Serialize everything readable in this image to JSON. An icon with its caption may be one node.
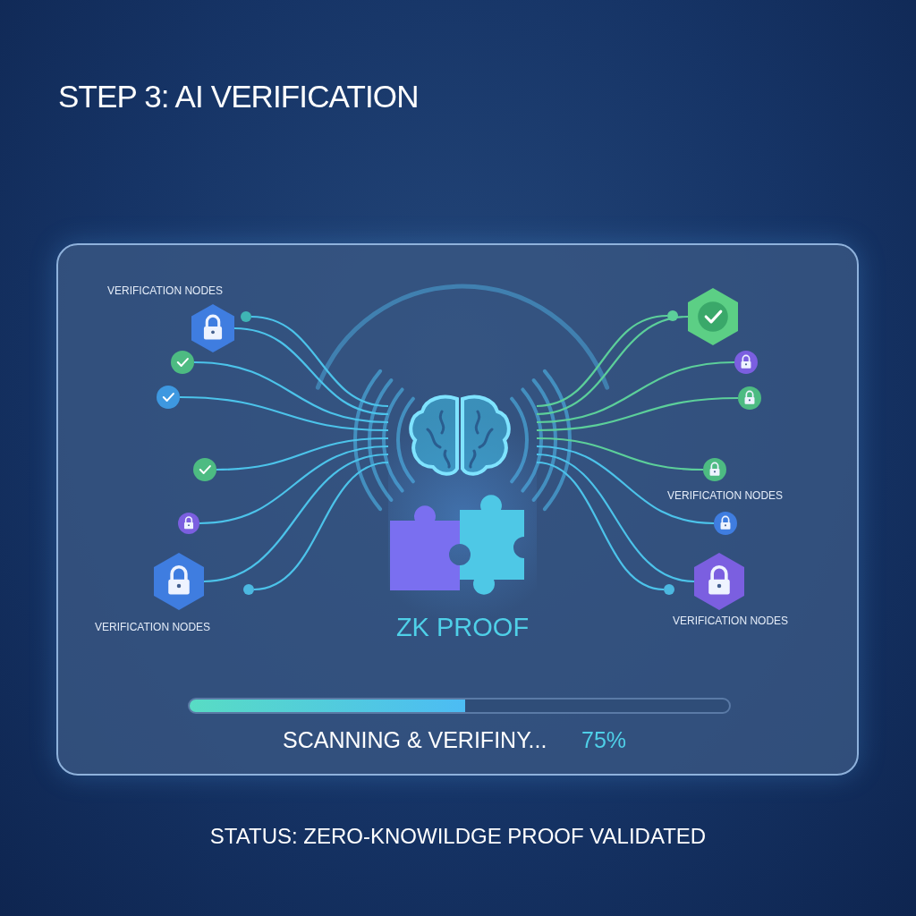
{
  "diagram": {
    "title": "STEP 3: AI VERIFICATION",
    "caption": "STATUS: ZERO-KNOWILDGE PROOF VALIDATED",
    "nodes": [
      {
        "text": [],
        "shape": "box"
      },
      {
        "text": [
          "ZK PROOF"
        ],
        "in": 0
      },
      {
        "text": [],
        "shape": "hexagon",
        "beside": [
          "VERIFICATION NODES"
        ],
        "in": 0
      },
      {
        "text": [],
        "shape": "circle",
        "in": 0
      },
      {
        "text": [],
        "shape": "circle",
        "in": 0
      },
      {
        "text": [],
        "shape": "circle",
        "in": 0
      },
      {
        "text": [],
        "shape": "circle",
        "in": 0
      },
      {
        "text": [],
        "shape": "circle",
        "in": 0
      },
      {
        "text": [],
        "shape": "hexagon",
        "beside": [
          "VERIFICATION NODES"
        ],
        "in": 0
      },
      {
        "text": [],
        "shape": "circle",
        "in": 0
      },
      {
        "text": [],
        "shape": "circle",
        "in": 0
      },
      {
        "text": [],
        "shape": "hexagon",
        "in": 0
      },
      {
        "text": [],
        "shape": "circle",
        "in": 0
      },
      {
        "text": [],
        "shape": "circle",
        "in": 0
      },
      {
        "text": [],
        "shape": "circle",
        "beside": [
          "VERIFICATION NODES"
        ],
        "in": 0
      },
      {
        "text": [],
        "shape": "circle",
        "in": 0
      },
      {
        "text": [],
        "shape": "hexagon",
        "beside": [
          "VERIFICATION NODES"
        ],
        "in": 0
      },
      {
        "text": [],
        "shape": "circle",
        "in": 0
      }
    ],
    "edges": [
      {
        "from": 2,
        "to": 1,
        "arrow": "none"
      },
      {
        "from": 3,
        "to": 1,
        "arrow": "none"
      },
      {
        "from": 4,
        "to": 1,
        "arrow": "none"
      },
      {
        "from": 5,
        "to": 1,
        "arrow": "none"
      },
      {
        "from": 6,
        "to": 1,
        "arrow": "none"
      },
      {
        "from": 7,
        "to": 1,
        "arrow": "none"
      },
      {
        "from": 8,
        "to": 1,
        "arrow": "none"
      },
      {
        "from": 9,
        "to": 1,
        "arrow": "none"
      },
      {
        "from": 10,
        "to": 1,
        "arrow": "none",
        "color": "#5ccf9a"
      },
      {
        "from": 11,
        "to": 1,
        "arrow": "none",
        "color": "#5ccf9a"
      },
      {
        "from": 12,
        "to": 1,
        "arrow": "none",
        "color": "#5ccf9a"
      },
      {
        "from": 13,
        "to": 1,
        "arrow": "none",
        "color": "#5ccf9a"
      },
      {
        "from": 14,
        "to": 1,
        "arrow": "none",
        "color": "#5ccf9a"
      },
      {
        "from": 15,
        "to": 1,
        "arrow": "none"
      },
      {
        "from": 16,
        "to": 1,
        "arrow": "none"
      },
      {
        "from": 17,
        "to": 1,
        "arrow": "none"
      }
    ],
    "labels": [
      "SCANNING & VERIFINY...",
      "75%"
    ]
  }
}
